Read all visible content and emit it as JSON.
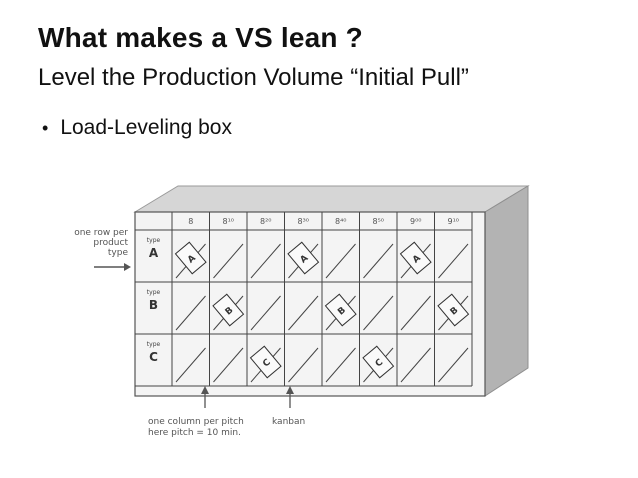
{
  "slide": {
    "title": "What makes a VS lean ?",
    "subtitle": "Level the Production Volume “Initial Pull”",
    "bullet": "Load-Leveling box"
  },
  "figure": {
    "row_label_line1": "one row per",
    "row_label_line2": "product",
    "row_label_line3": "type",
    "column_headers": [
      "8",
      "8¹⁰",
      "8²⁰",
      "8³⁰",
      "8⁴⁰",
      "8⁵⁰",
      "9⁰⁰",
      "9¹⁰"
    ],
    "rows": [
      {
        "type_caption": "type",
        "type_letter": "A"
      },
      {
        "type_caption": "type",
        "type_letter": "B"
      },
      {
        "type_caption": "type",
        "type_letter": "C"
      }
    ],
    "column_note_line1": "one column per pitch",
    "column_note_line2": "here pitch = 10 min.",
    "kanban_label": "kanban"
  }
}
